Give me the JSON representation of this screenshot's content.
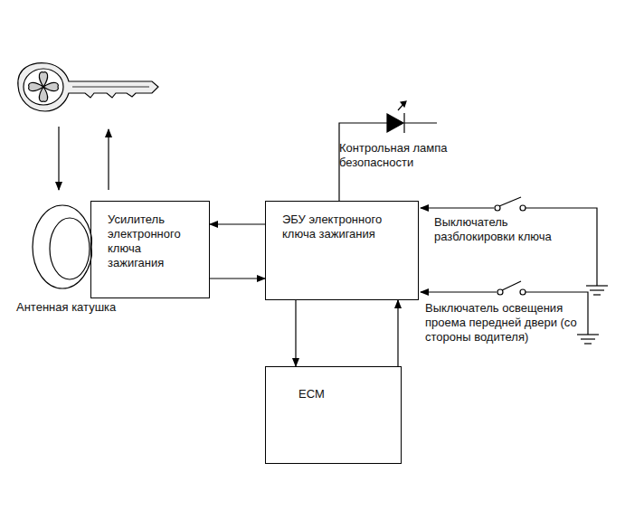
{
  "diagram": {
    "nodes": [
      {
        "text": [
          "Антенная катушка"
        ]
      },
      {
        "text": [
          "Усилитель электронного ключа зажигания"
        ]
      },
      {
        "text": [
          "ЭБУ электронного ключа зажигания"
        ]
      },
      {
        "text": [
          "ECM"
        ]
      }
    ],
    "edges": [
      {
        "from": 2,
        "to": 1,
        "arrow": "to"
      },
      {
        "from": 1,
        "to": 2,
        "arrow": "to"
      },
      {
        "from": 2,
        "to": 3,
        "arrow": "to"
      },
      {
        "from": 3,
        "to": 2,
        "arrow": "to"
      }
    ],
    "labels": [
      "Контрольная лампа безопасности",
      "Выключатель разблокировки ключа",
      "Выключатель освещения проема передней двери (со стороны водителя)"
    ]
  }
}
